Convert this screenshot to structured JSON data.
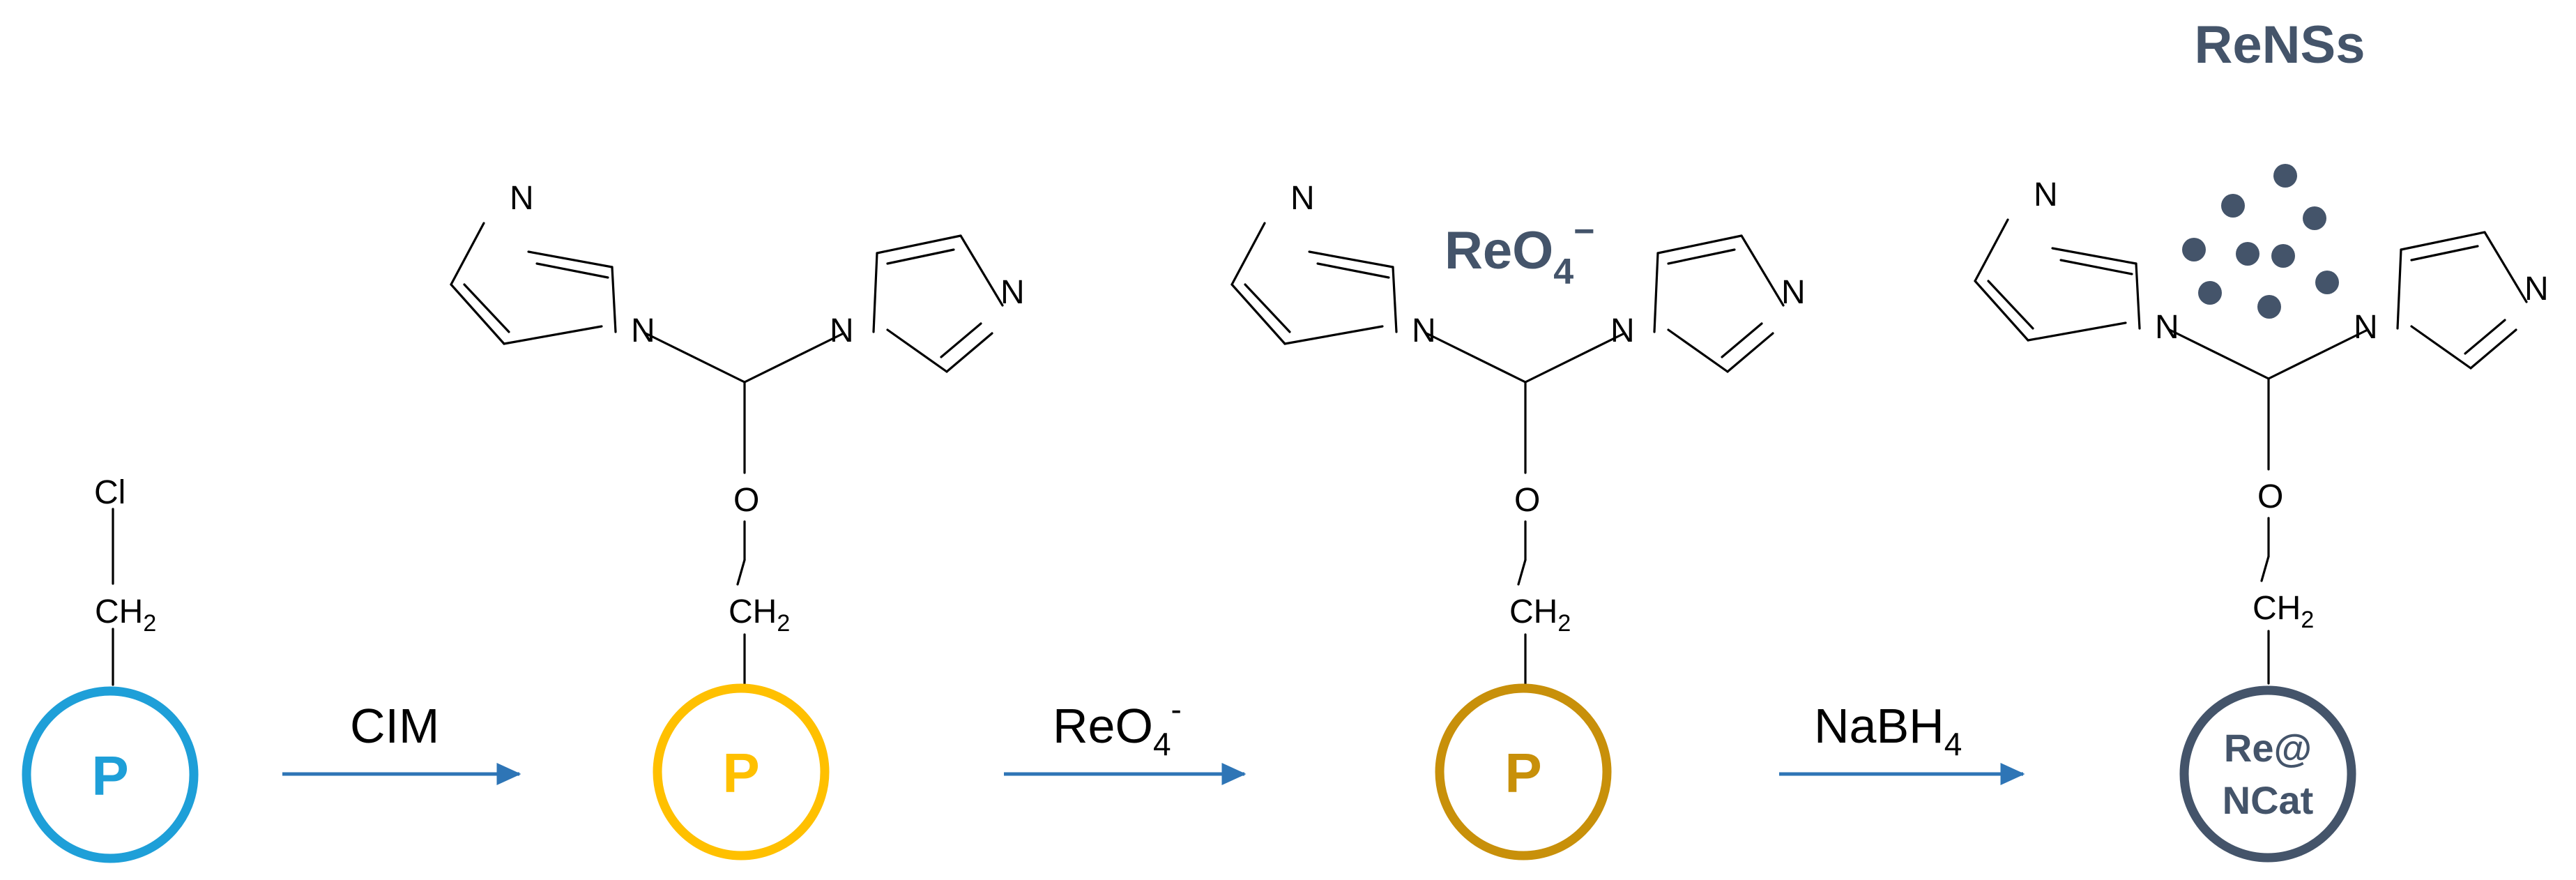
{
  "beads": [
    {
      "label": "P",
      "color": "#1e9fd8"
    },
    {
      "label": "P",
      "color": "#ffc000"
    },
    {
      "label": "P",
      "color": "#c8900a"
    },
    {
      "label_line1": "Re@",
      "label_line2": "NCat",
      "color": "#44546a"
    }
  ],
  "reagents": {
    "step1": "CIM",
    "step2_main": "ReO",
    "step2_sub": "4",
    "step2_sup": "-",
    "step3_main": "NaBH",
    "step3_sub": "4"
  },
  "atoms": {
    "cl": "Cl",
    "ch": "CH",
    "sub2": "2",
    "o": "O",
    "n": "N"
  },
  "annotations": {
    "perrhenate_main": "ReO",
    "perrhenate_sub": "4",
    "perrhenate_sup": "−",
    "nanoclusters": "ReNSs"
  },
  "colors": {
    "arrow": "#2e75b6",
    "annotation": "#44546a"
  }
}
